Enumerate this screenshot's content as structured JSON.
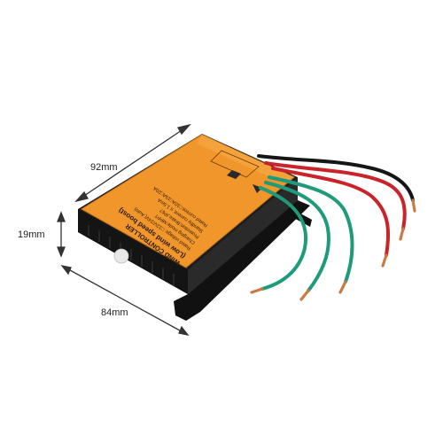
{
  "dimensions": {
    "width": "92mm",
    "height": "19mm",
    "length": "84mm"
  },
  "label_text": {
    "line1": "WIND CONTROLLER",
    "line2": "(Low wind speed boost)",
    "line3": "Rated voltage: □12V/24V( Auto)",
    "line4": "Charging mode:MPPT",
    "line5": "Protection:Brake,IP67",
    "line6": "Standby current: ≤ 1.5mA",
    "line7": "Rated current:□10A□15A□20A"
  },
  "colors": {
    "label_orange": "#f0962a",
    "housing_black": "#1d1d1d",
    "wire_green": "#1f9a7a",
    "wire_red": "#c8242a",
    "wire_black": "#161616",
    "terminal_copper": "#c77b45",
    "dimension_line": "#333333",
    "background": "#ffffff"
  }
}
